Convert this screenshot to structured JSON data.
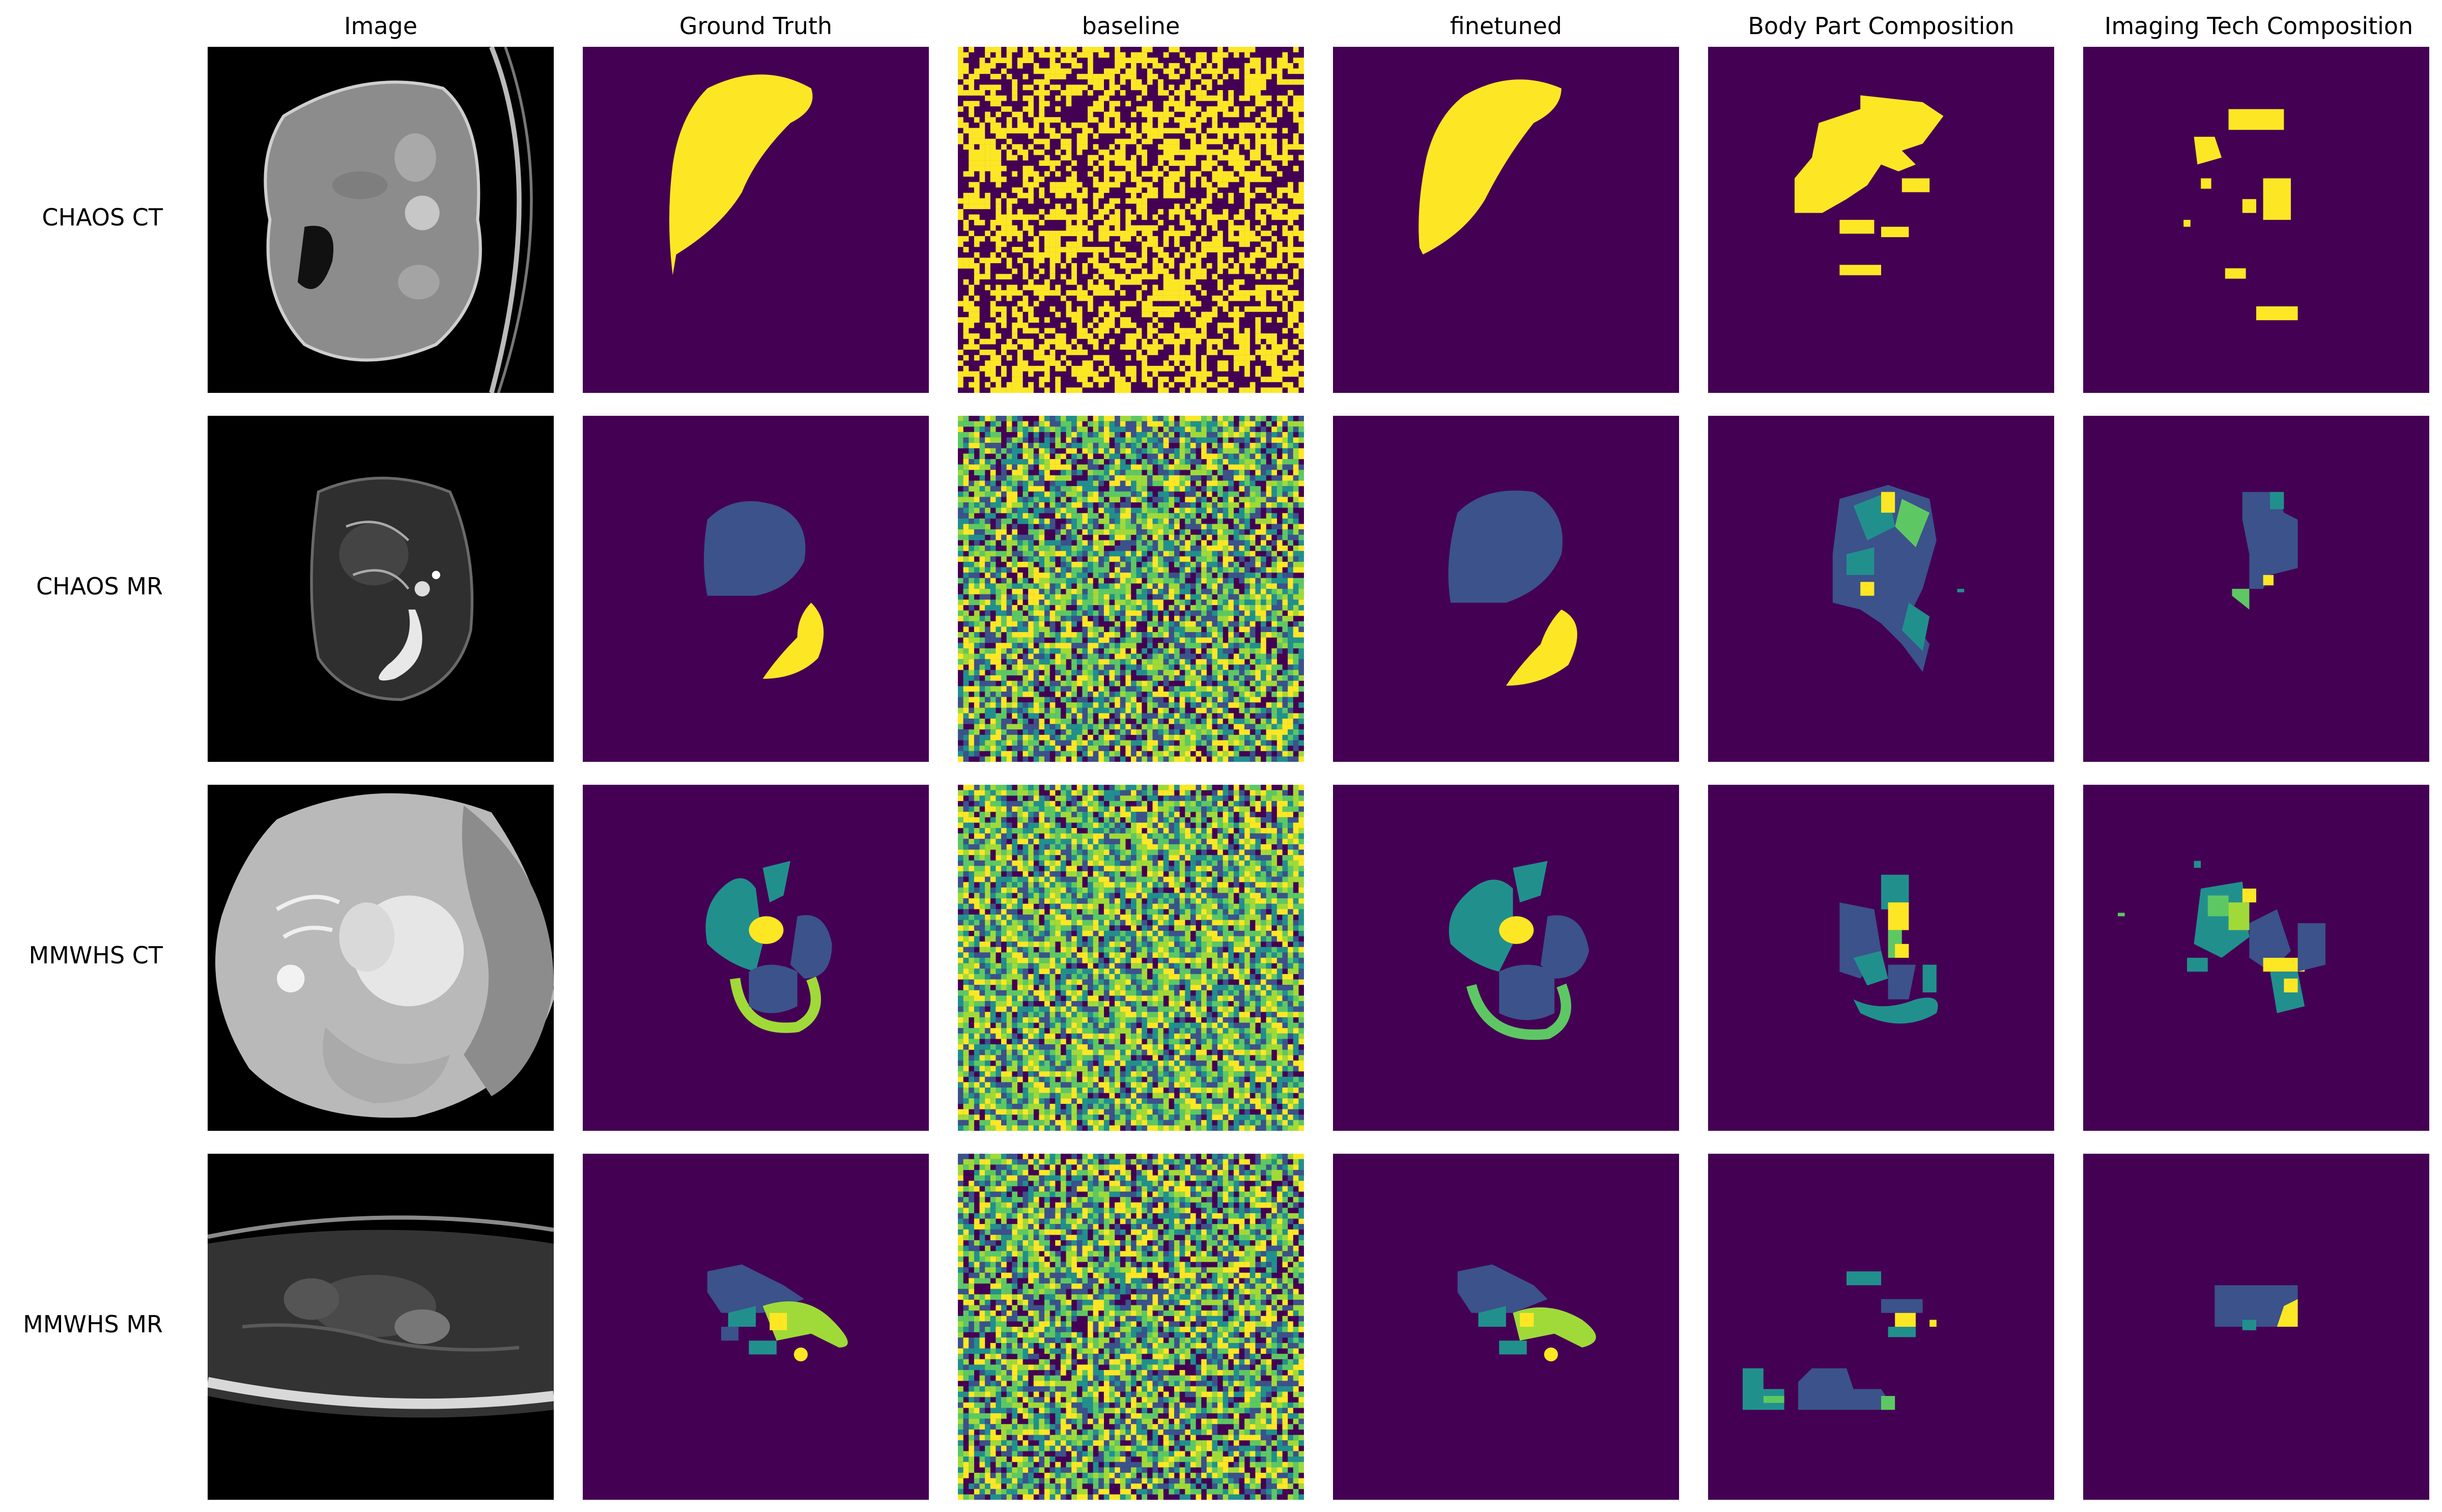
{
  "figure": {
    "columns": [
      "Image",
      "Ground Truth",
      "baseline",
      "finetuned",
      "Body Part Composition",
      "Imaging Tech Composition"
    ],
    "rows": [
      "CHAOS CT",
      "CHAOS MR",
      "MMWHS CT",
      "MMWHS MR"
    ]
  },
  "colors": {
    "background": "#440154",
    "class_1": "#3b528b",
    "class_2": "#21908d",
    "class_3": "#5dc863",
    "class_4": "#a0da39",
    "class_5": "#fde725",
    "image_dark": "#000000",
    "image_gray": "#9a9a9a"
  }
}
